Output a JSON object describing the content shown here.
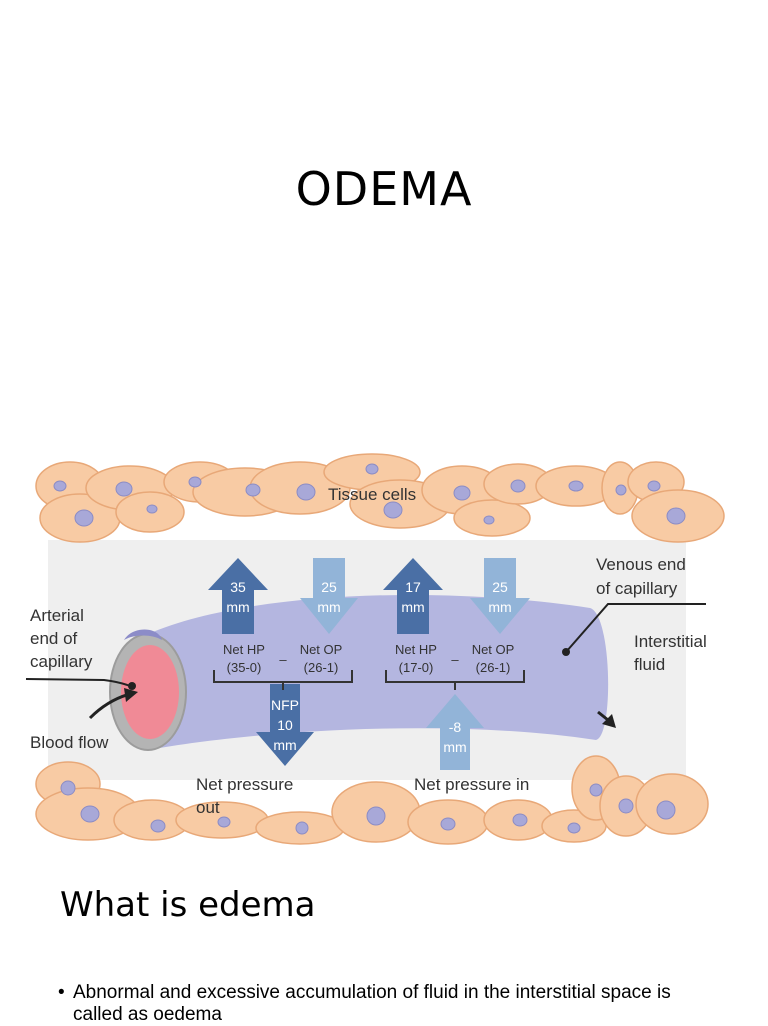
{
  "slide": {
    "title": "ODEMA"
  },
  "diagram": {
    "tissue_cells_label": "Tissue cells",
    "venous_end_label": [
      "Venous end",
      "of capillary"
    ],
    "arterial_end_label": [
      "Arterial",
      "end of",
      "capillary"
    ],
    "interstitial_label": [
      "Interstitial",
      "fluid"
    ],
    "blood_flow_label": "Blood flow",
    "arterial": {
      "hp_arrow": [
        "35",
        "mm"
      ],
      "op_arrow": [
        "25",
        "mm"
      ],
      "net_hp": [
        "Net HP",
        "(35-0)"
      ],
      "net_op": [
        "Net OP",
        "(26-1)"
      ],
      "minus": "–",
      "result_arrow": [
        "NFP",
        "10",
        "mm"
      ],
      "result_label": [
        "Net pressure",
        "out"
      ]
    },
    "venous": {
      "hp_arrow": [
        "17",
        "mm"
      ],
      "op_arrow": [
        "25",
        "mm"
      ],
      "net_hp": [
        "Net HP",
        "(17-0)"
      ],
      "net_op": [
        "Net OP",
        "(26-1)"
      ],
      "minus": "–",
      "result_arrow": [
        "-8",
        "mm"
      ],
      "result_label": "Net pressure in"
    },
    "colors": {
      "cell_fill": "#f8cba4",
      "cell_stroke": "#e8a878",
      "nucleus": "#a8a8d8",
      "vessel": "#b4b6e0",
      "lumen": "#f08a96",
      "dark_arrow": "#4a6fa5",
      "light_arrow": "#92b4d8"
    }
  },
  "section": {
    "heading": "What is edema",
    "bullets": [
      "Abnormal and excessive accumulation of fluid in the interstitial space is called  as  oedema"
    ]
  }
}
